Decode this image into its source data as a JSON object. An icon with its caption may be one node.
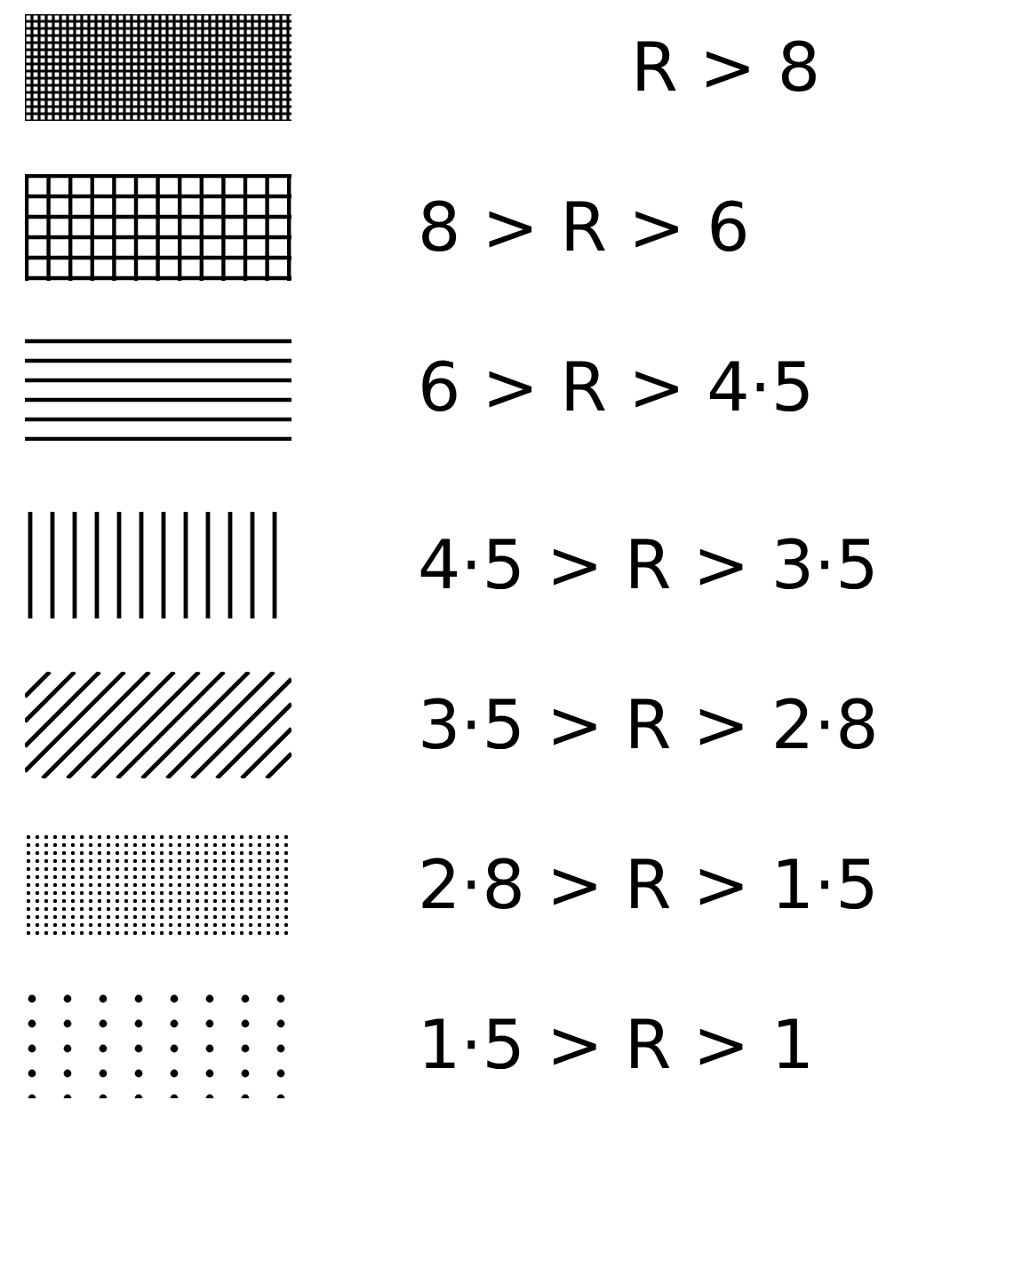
{
  "diagram": {
    "legend": [
      {
        "text": "R > 8"
      },
      {
        "text": "8 > R > 6"
      },
      {
        "text": "6 > R > 4·5"
      },
      {
        "text": "4·5 > R > 3·5"
      },
      {
        "text": "3·5 > R > 2·8"
      },
      {
        "text": "2·8 > R > 1·5"
      },
      {
        "text": "1·5 > R > 1"
      }
    ]
  }
}
